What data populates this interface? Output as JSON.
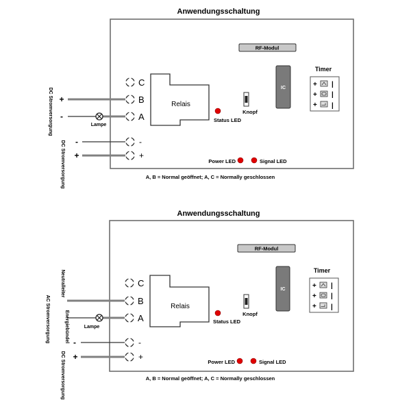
{
  "diagrams": [
    {
      "title": "Anwendungsschaltung",
      "rf_module": "RF-Modul",
      "ic": "IC",
      "relay": "Relais",
      "status_led": "Status LED",
      "button": "Knopf",
      "timer": "Timer",
      "timer_rows": [
        {
          "plus": "+",
          "minus": "|",
          "icon": "switch-icon"
        },
        {
          "plus": "+",
          "minus": "|",
          "icon": "loop-icon"
        },
        {
          "plus": "+",
          "minus": "|",
          "icon": "step-icon"
        }
      ],
      "power_led": "Power LED",
      "signal_led": "Signal LED",
      "terminals": {
        "c": "C",
        "b": "B",
        "a": "A",
        "neg": "-",
        "pos": "+"
      },
      "lamp": "Lampe",
      "supply_left_plus": "+",
      "supply_left_minus": "-",
      "supply_left_label": "DC Stromversorgung",
      "supply_left_label2": "",
      "supply_bottom_minus": "-",
      "supply_bottom_plus": "+",
      "supply_bottom_label": "DC Stromversorgung",
      "note": "A, B = Normal geöffnet; A, C = Normally geschlossen"
    },
    {
      "title": "Anwendungsschaltung",
      "rf_module": "RF-Modul",
      "ic": "IC",
      "relay": "Relais",
      "status_led": "Status LED",
      "button": "Knopf",
      "timer": "Timer",
      "timer_rows": [
        {
          "plus": "+",
          "minus": "|",
          "icon": "switch-icon"
        },
        {
          "plus": "+",
          "minus": "|",
          "icon": "loop-icon"
        },
        {
          "plus": "+",
          "minus": "|",
          "icon": "step-icon"
        }
      ],
      "power_led": "Power LED",
      "signal_led": "Signal LED",
      "terminals": {
        "c": "C",
        "b": "B",
        "a": "A",
        "neg": "-",
        "pos": "+"
      },
      "lamp": "Lampe",
      "supply_left_plus": "",
      "supply_left_minus": "",
      "supply_left_label": "Neutralleiter",
      "supply_left_label2": "Energiebündel",
      "supply_left_outer": "AC Stromversorgung",
      "supply_bottom_minus": "-",
      "supply_bottom_plus": "+",
      "supply_bottom_label": "DC Stromversorgung",
      "note": "A, B = Normal geöffnet; A, C = Normally geschlossen"
    }
  ],
  "colors": {
    "led_red": "#e00000",
    "ic_fill": "#7a7a7a",
    "rf_fill": "#c8c8c8",
    "wire": "#808080",
    "box_border": "#6e6e6e"
  }
}
